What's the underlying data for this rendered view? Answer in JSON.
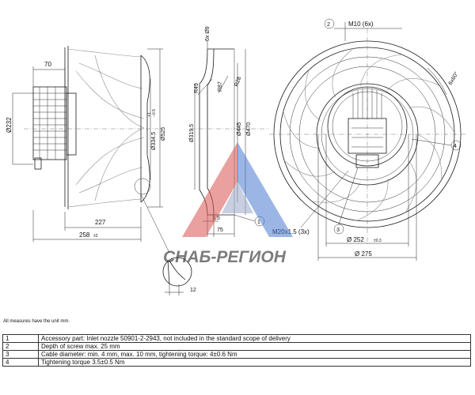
{
  "dimensions": {
    "d70": "70",
    "d232": "Ø232",
    "d334": "Ø334.5",
    "d334_tol_up": "+1",
    "d334_tol_lo": "−0.5",
    "d525": "Ø525",
    "d227": "227",
    "d258": "258",
    "d258_tol": "±2",
    "d12": "12",
    "d6x9": "6x Ø9",
    "r49": "R49",
    "r87": "R87",
    "r28": "R28",
    "d319": "Ø319.5",
    "d445": "Ø445",
    "d470": "Ø470",
    "d3_5": "3.5",
    "d75": "75",
    "m10": "M10 (6x)",
    "a60": "6x60°",
    "m20": "M20x1.5 (3x)",
    "d252": "Ø 252",
    "d252_tol": "±0.3",
    "d275": "Ø 275"
  },
  "callouts": {
    "c1": "1",
    "c2": "2",
    "c3": "3",
    "c4": "4"
  },
  "watermark": "СНАБ-РЕГИОН",
  "footnote": "All measures have the unit mm.",
  "notes": [
    {
      "num": "1",
      "text": "Accessory part: Inlet nozzle 50901-2-2943, not included in the standard scope of delivery"
    },
    {
      "num": "2",
      "text": "Depth of screw max. 25 mm"
    },
    {
      "num": "3",
      "text": "Cable diameter: min. 4 mm, max. 10 mm, tightening torque: 4±0.6 Nm"
    },
    {
      "num": "4",
      "text": "Tightening torque 3.5±0.5 Nm"
    }
  ],
  "colors": {
    "watermark_red": "#d9534f",
    "watermark_blue": "#4a7bd0"
  }
}
